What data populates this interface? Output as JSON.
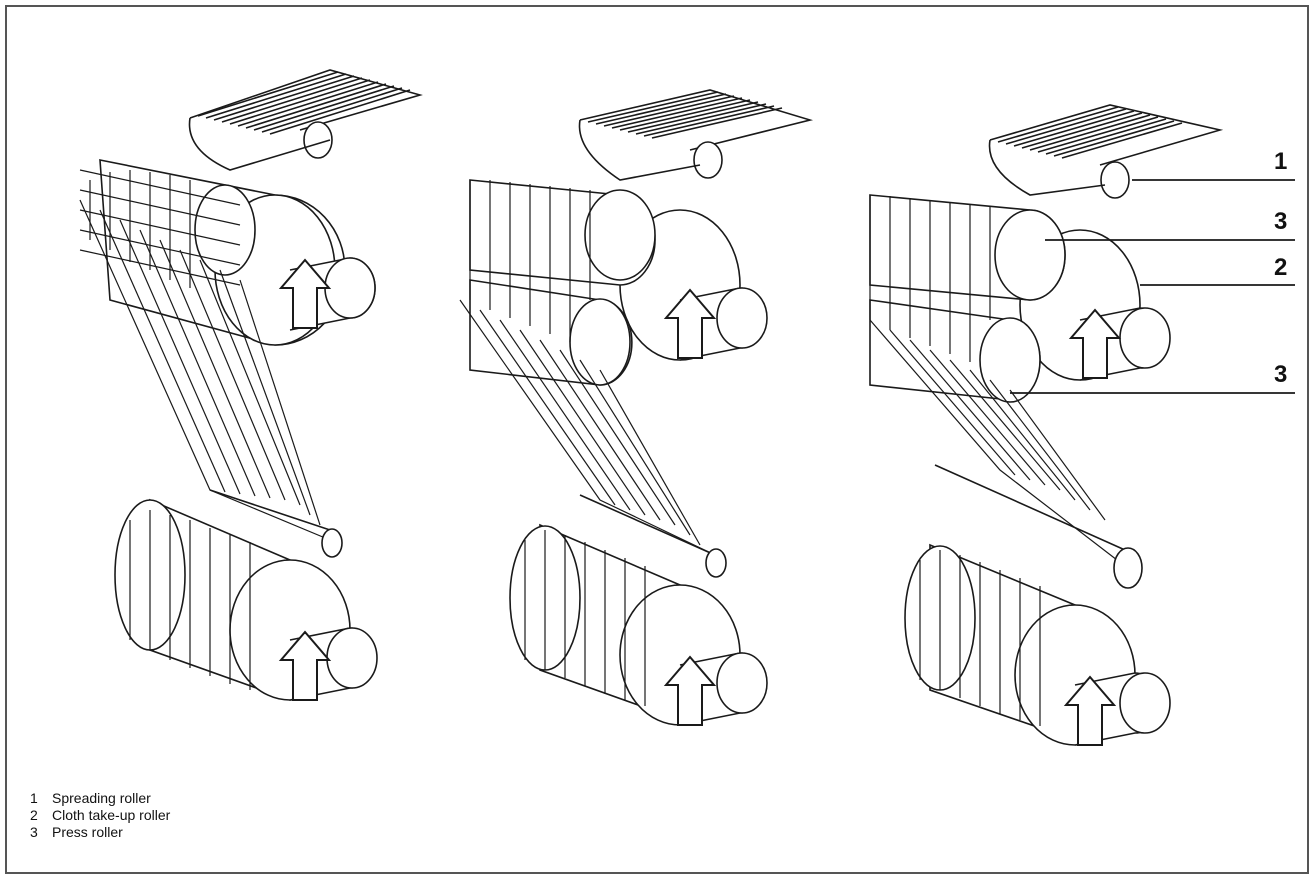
{
  "callouts": {
    "spreading_roller": "1",
    "press_roller_top": "3",
    "cloth_take_up_roller": "2",
    "press_roller_bottom": "3"
  },
  "legend": [
    {
      "num": "1",
      "label": "Spreading roller"
    },
    {
      "num": "2",
      "label": "Cloth take-up roller"
    },
    {
      "num": "3",
      "label": "Press roller"
    }
  ],
  "colors": {
    "line": "#1a1a1a",
    "paper": "#ffffff",
    "frame": "#555555"
  }
}
